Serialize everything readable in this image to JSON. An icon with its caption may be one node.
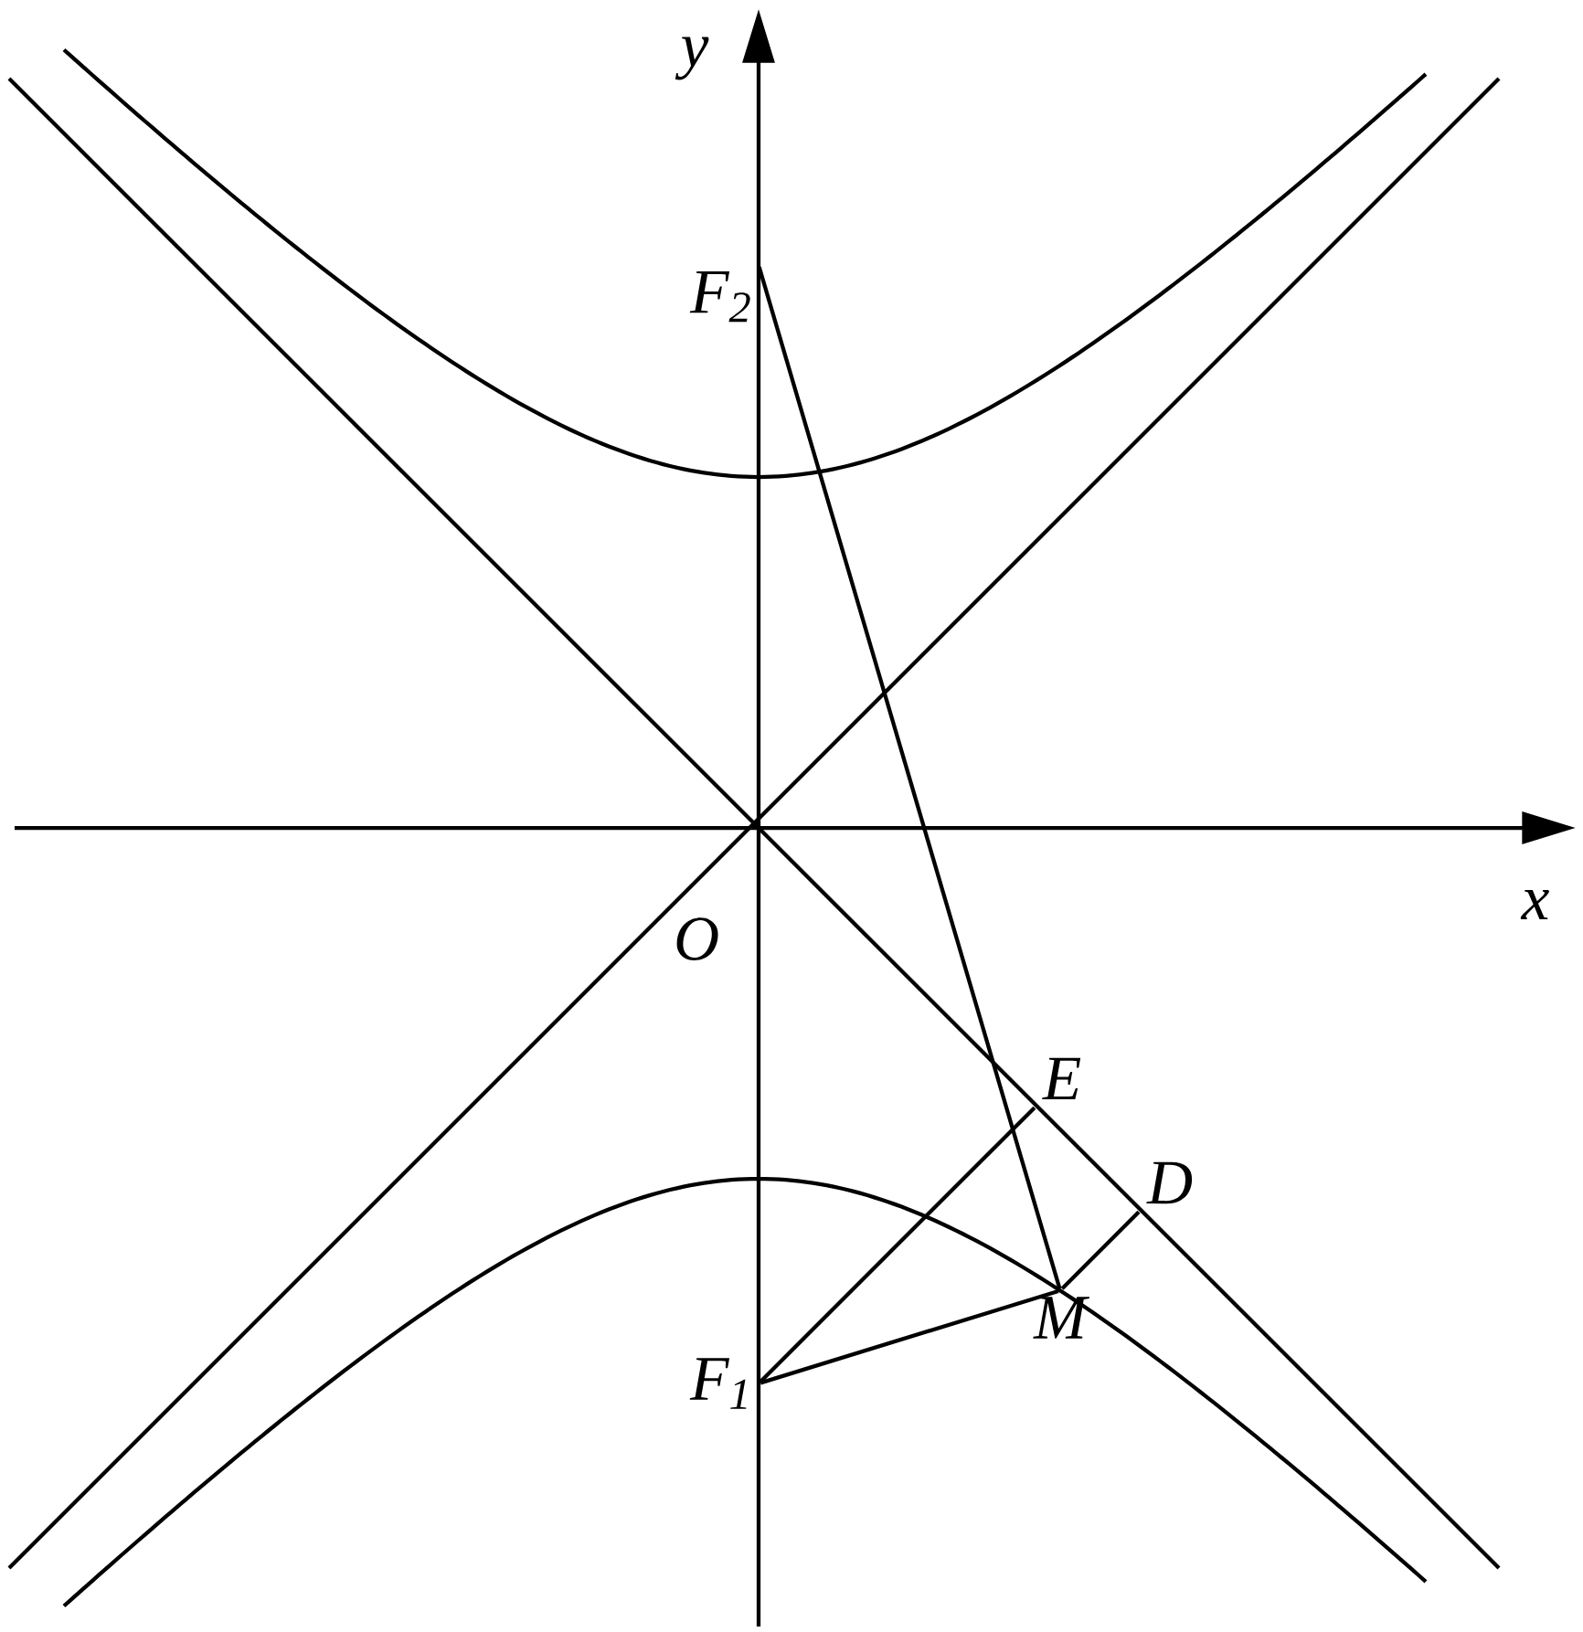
{
  "diagram": {
    "nodes": [
      {
        "text": [
          "F$_{2}$"
        ]
      },
      {
        "text": [
          "O"
        ]
      },
      {
        "text": [
          "E"
        ]
      },
      {
        "text": [
          "D"
        ]
      },
      {
        "text": [
          "M"
        ]
      },
      {
        "text": [
          "F$_{1}$"
        ]
      }
    ],
    "edges": [
      {
        "from": 0,
        "to": 4,
        "arrow": "none"
      },
      {
        "from": 5,
        "to": 2,
        "arrow": "none"
      },
      {
        "from": 4,
        "to": 3,
        "arrow": "none"
      },
      {
        "from": 5,
        "to": 4,
        "arrow": "none"
      }
    ],
    "labels": [
      "y",
      "x"
    ]
  }
}
